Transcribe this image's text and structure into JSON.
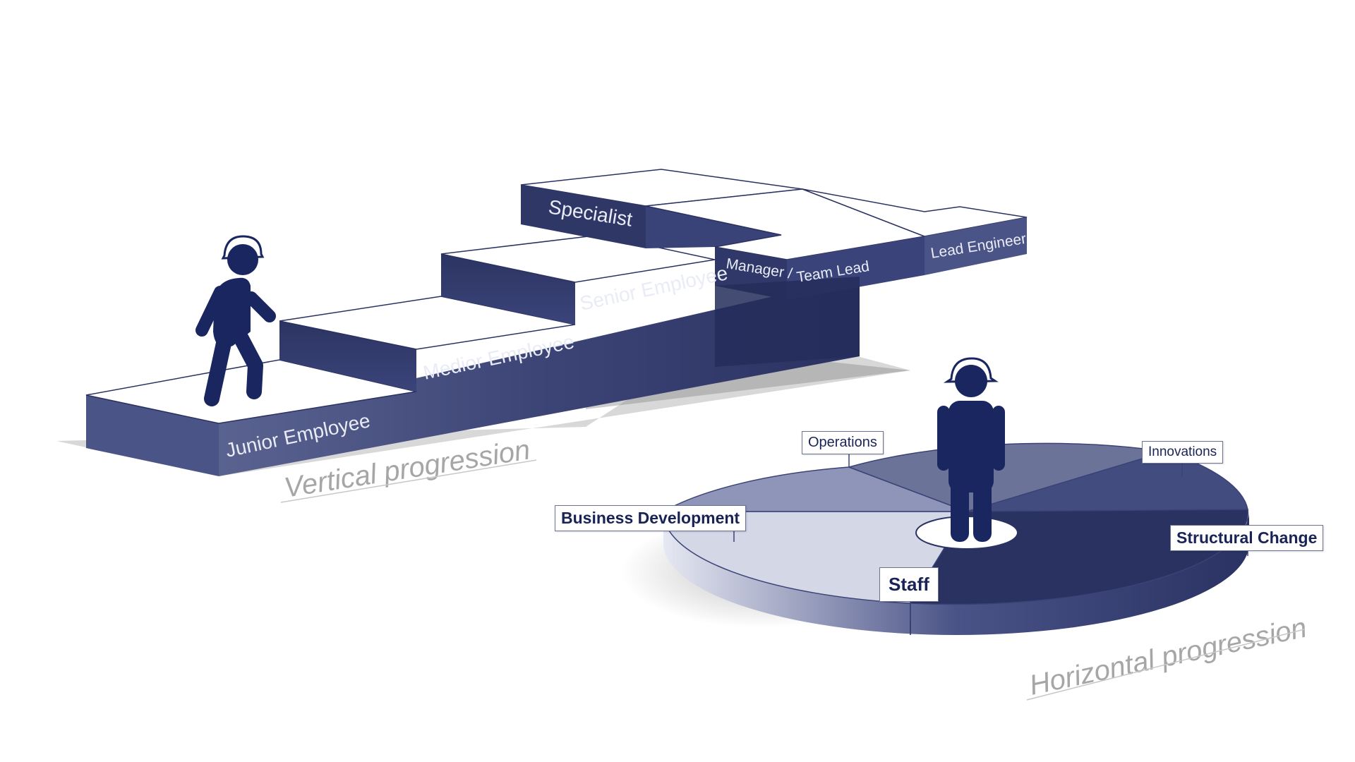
{
  "vertical": {
    "caption": "Vertical progression",
    "steps": {
      "junior": "Junior Employee",
      "medior": "Medior Employee",
      "senior": "Senior Employee",
      "specialist": "Specialist",
      "manager": "Manager /",
      "team_lead": "Team Lead",
      "lead_engineer": "Lead Engineer"
    }
  },
  "horizontal": {
    "caption": "Horizontal progression",
    "segments": {
      "operations": "Operations",
      "innovations": "Innovations",
      "business_development": "Business Development",
      "structural_change": "Structural Change",
      "staff": "Staff"
    }
  },
  "colors": {
    "navy": "#1a2660",
    "step_dark": "#2e3766",
    "step_side": "#3a4377",
    "step_top": "#ffffff",
    "caption": "#a6a6a6"
  }
}
